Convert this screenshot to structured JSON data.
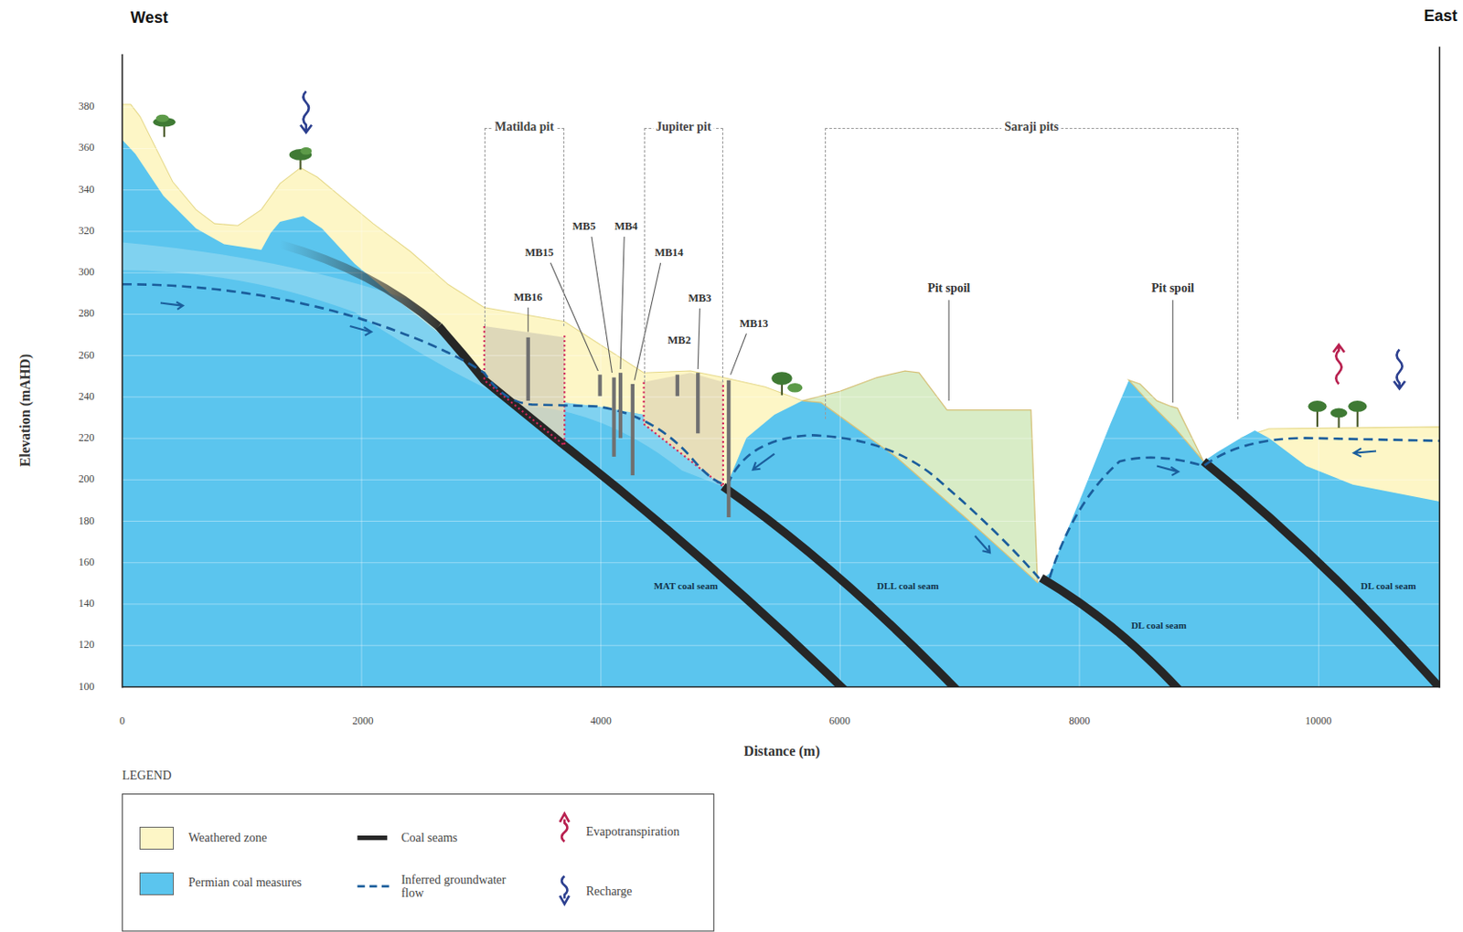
{
  "diagram": {
    "nodes": [
      {
        "text": [
          "Matilda pit"
        ]
      },
      {
        "text": [
          "Jupiter pit"
        ]
      },
      {
        "text": [
          "Saraji pits"
        ]
      }
    ],
    "labels": [
      "West",
      "East",
      "380",
      "360",
      "340",
      "320",
      "300",
      "280",
      "260",
      "240",
      "220",
      "200",
      "180",
      "160",
      "140",
      "120",
      "100",
      "Elevation (mAHD)",
      "0",
      "2000",
      "4000",
      "6000",
      "8000",
      "10000",
      "Distance (m)",
      "MB16",
      "MB15",
      "MB5",
      "MB4",
      "MB14",
      "MB3",
      "MB2",
      "MB13",
      "Pit spoil",
      "Pit spoil",
      "MAT coal seam",
      "DLL coal seam",
      "DL coal seam",
      "DL coal seam",
      "LEGEND"
    ],
    "legend": [
      {
        "text": "Weathered zone",
        "color": "#fdf6c6"
      },
      {
        "text": "Permian coal measures",
        "color": "#5bc5ee"
      },
      {
        "text": "Coal seams"
      },
      {
        "text": "Inferred groundwater flow"
      },
      {
        "text": "Evapotranspiration"
      },
      {
        "text": "Recharge"
      }
    ]
  }
}
